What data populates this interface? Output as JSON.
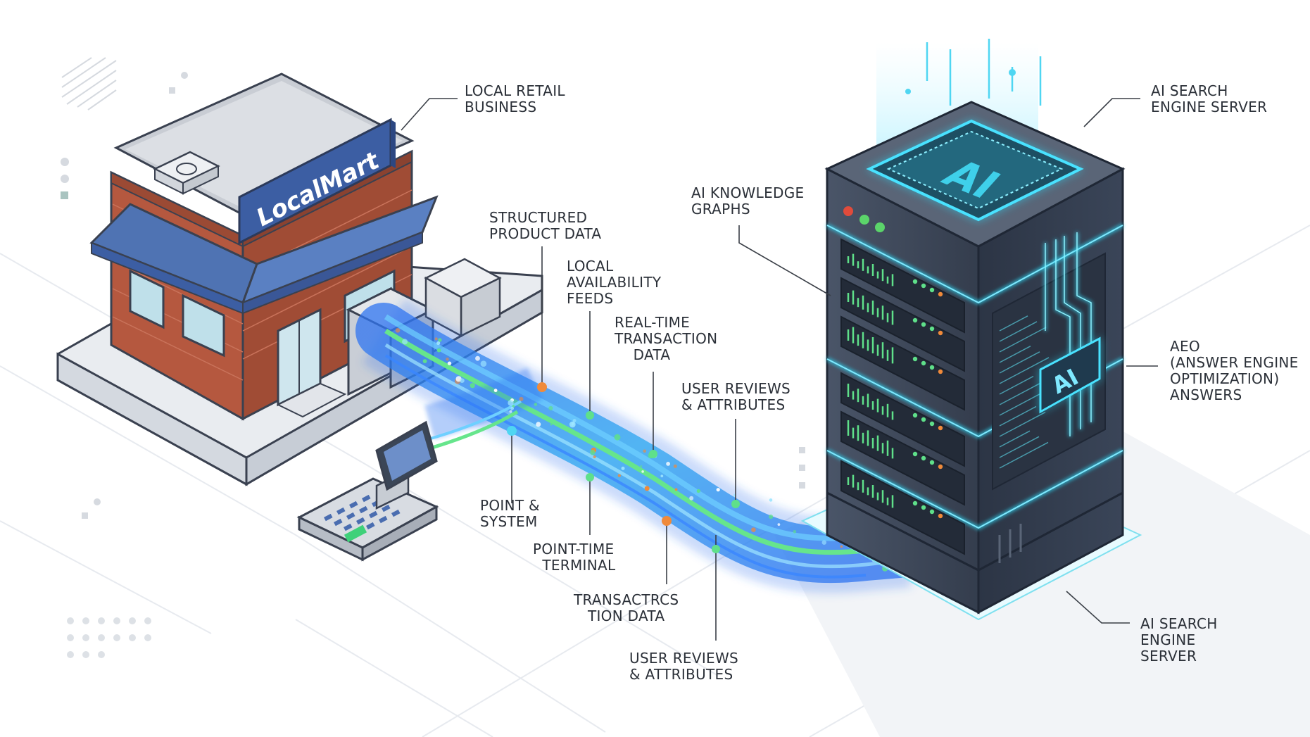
{
  "store": {
    "sign_text": "LocalMart",
    "icon": "storefront-icon"
  },
  "pos": {
    "icon": "pos-terminal-icon"
  },
  "server": {
    "top_chip_text": "AI",
    "side_chip_text": "AI",
    "icon": "server-tower-icon"
  },
  "labels": {
    "local_retail_business": "LOCAL RETAIL\nBUSINESS",
    "ai_search_engine_server_top": "AI SEARCH\nENGINE SERVER",
    "ai_knowledge_graphs": "AI KNOWLEDGE\nGRAPHS",
    "structured_product_data": "STRUCTURED\nPRODUCT DATA",
    "local_availability_feeds": "LOCAL\nAVAILABILITY\nFEEDS",
    "real_time_transaction_data": "REAL-TIME\nTRANSACTION\n    DATA",
    "user_reviews_attributes_upper": "USER REVIEWS\n& ATTRIBUTES",
    "aeo_answers": "AEO\n(ANSWER ENGINE\nOPTIMIZATION)\nANSWERS",
    "point_system": "POINT &\nSYSTEM",
    "point_time_terminal": "POINT-TIME\n  TERMINAL",
    "transactrcs_tion_data": "TRANSACTRCS\n   TION DATA",
    "user_reviews_attributes_lower": "USER REVIEWS\n& ATTRIBUTES",
    "ai_search_engine_server_bottom": "AI SEARCH\nENGINE\nSERVER"
  },
  "colors": {
    "brick": "#b5583f",
    "awning_blue": "#4f73b3",
    "sign_blue": "#3c5ea3",
    "server_body": "#3b4657",
    "server_dark": "#2a3342",
    "cyan_glow": "#39d6f2",
    "stream_blue": "#2f74f0",
    "stream_green": "#5fe08a",
    "dot_orange": "#f08a3a",
    "label_text": "#2b3038",
    "leader_line": "#3a3f47"
  }
}
